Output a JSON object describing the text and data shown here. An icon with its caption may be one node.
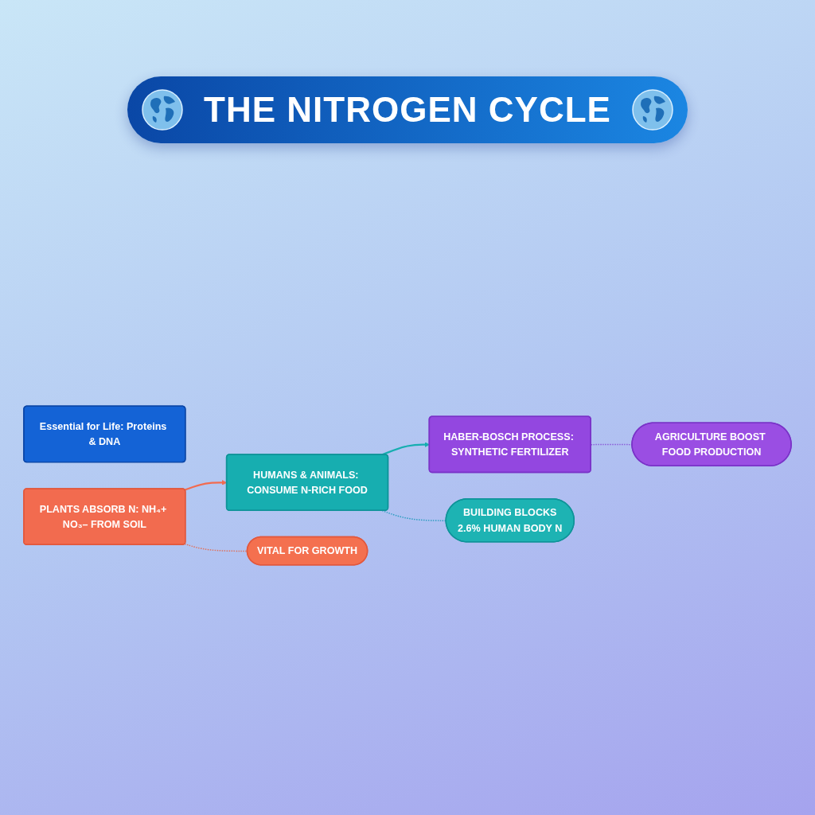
{
  "diagram": {
    "title": "THE NITROGEN CYCLE",
    "nodes": [
      {
        "text": [
          "Essential for Life: Proteins & DNA"
        ]
      },
      {
        "text": [
          "PLANTS ABSORB N: NH₄+ NO₃– FROM SOIL"
        ]
      },
      {
        "text": [
          "HUMANS & ANIMALS: CONSUME N-RICH FOOD"
        ]
      },
      {
        "text": [
          "HABER-BOSCH PROCESS: SYNTHETIC FERTILIZER"
        ]
      },
      {
        "text": [
          "VITAL FOR GROWTH"
        ]
      },
      {
        "text": [
          "BUILDING BLOCKS",
          "2.6% HUMAN BODY N"
        ]
      },
      {
        "text": [
          "AGRICULTURE BOOST FOOD PRODUCTION"
        ]
      }
    ],
    "edges": [
      {
        "from": 1,
        "to": 2,
        "arrow": "to",
        "color": "#f26b4f"
      },
      {
        "from": 2,
        "to": 3,
        "arrow": "to",
        "color": "#17aeb0"
      },
      {
        "from": 1,
        "to": 4,
        "arrow": "none",
        "style": "dashed",
        "color": "#e0705a"
      },
      {
        "from": 2,
        "to": 5,
        "arrow": "none",
        "style": "dashed",
        "color": "#2a9cc0"
      },
      {
        "from": 3,
        "to": 6,
        "arrow": "none",
        "style": "dashed",
        "color": "#8a5ad8"
      }
    ]
  }
}
